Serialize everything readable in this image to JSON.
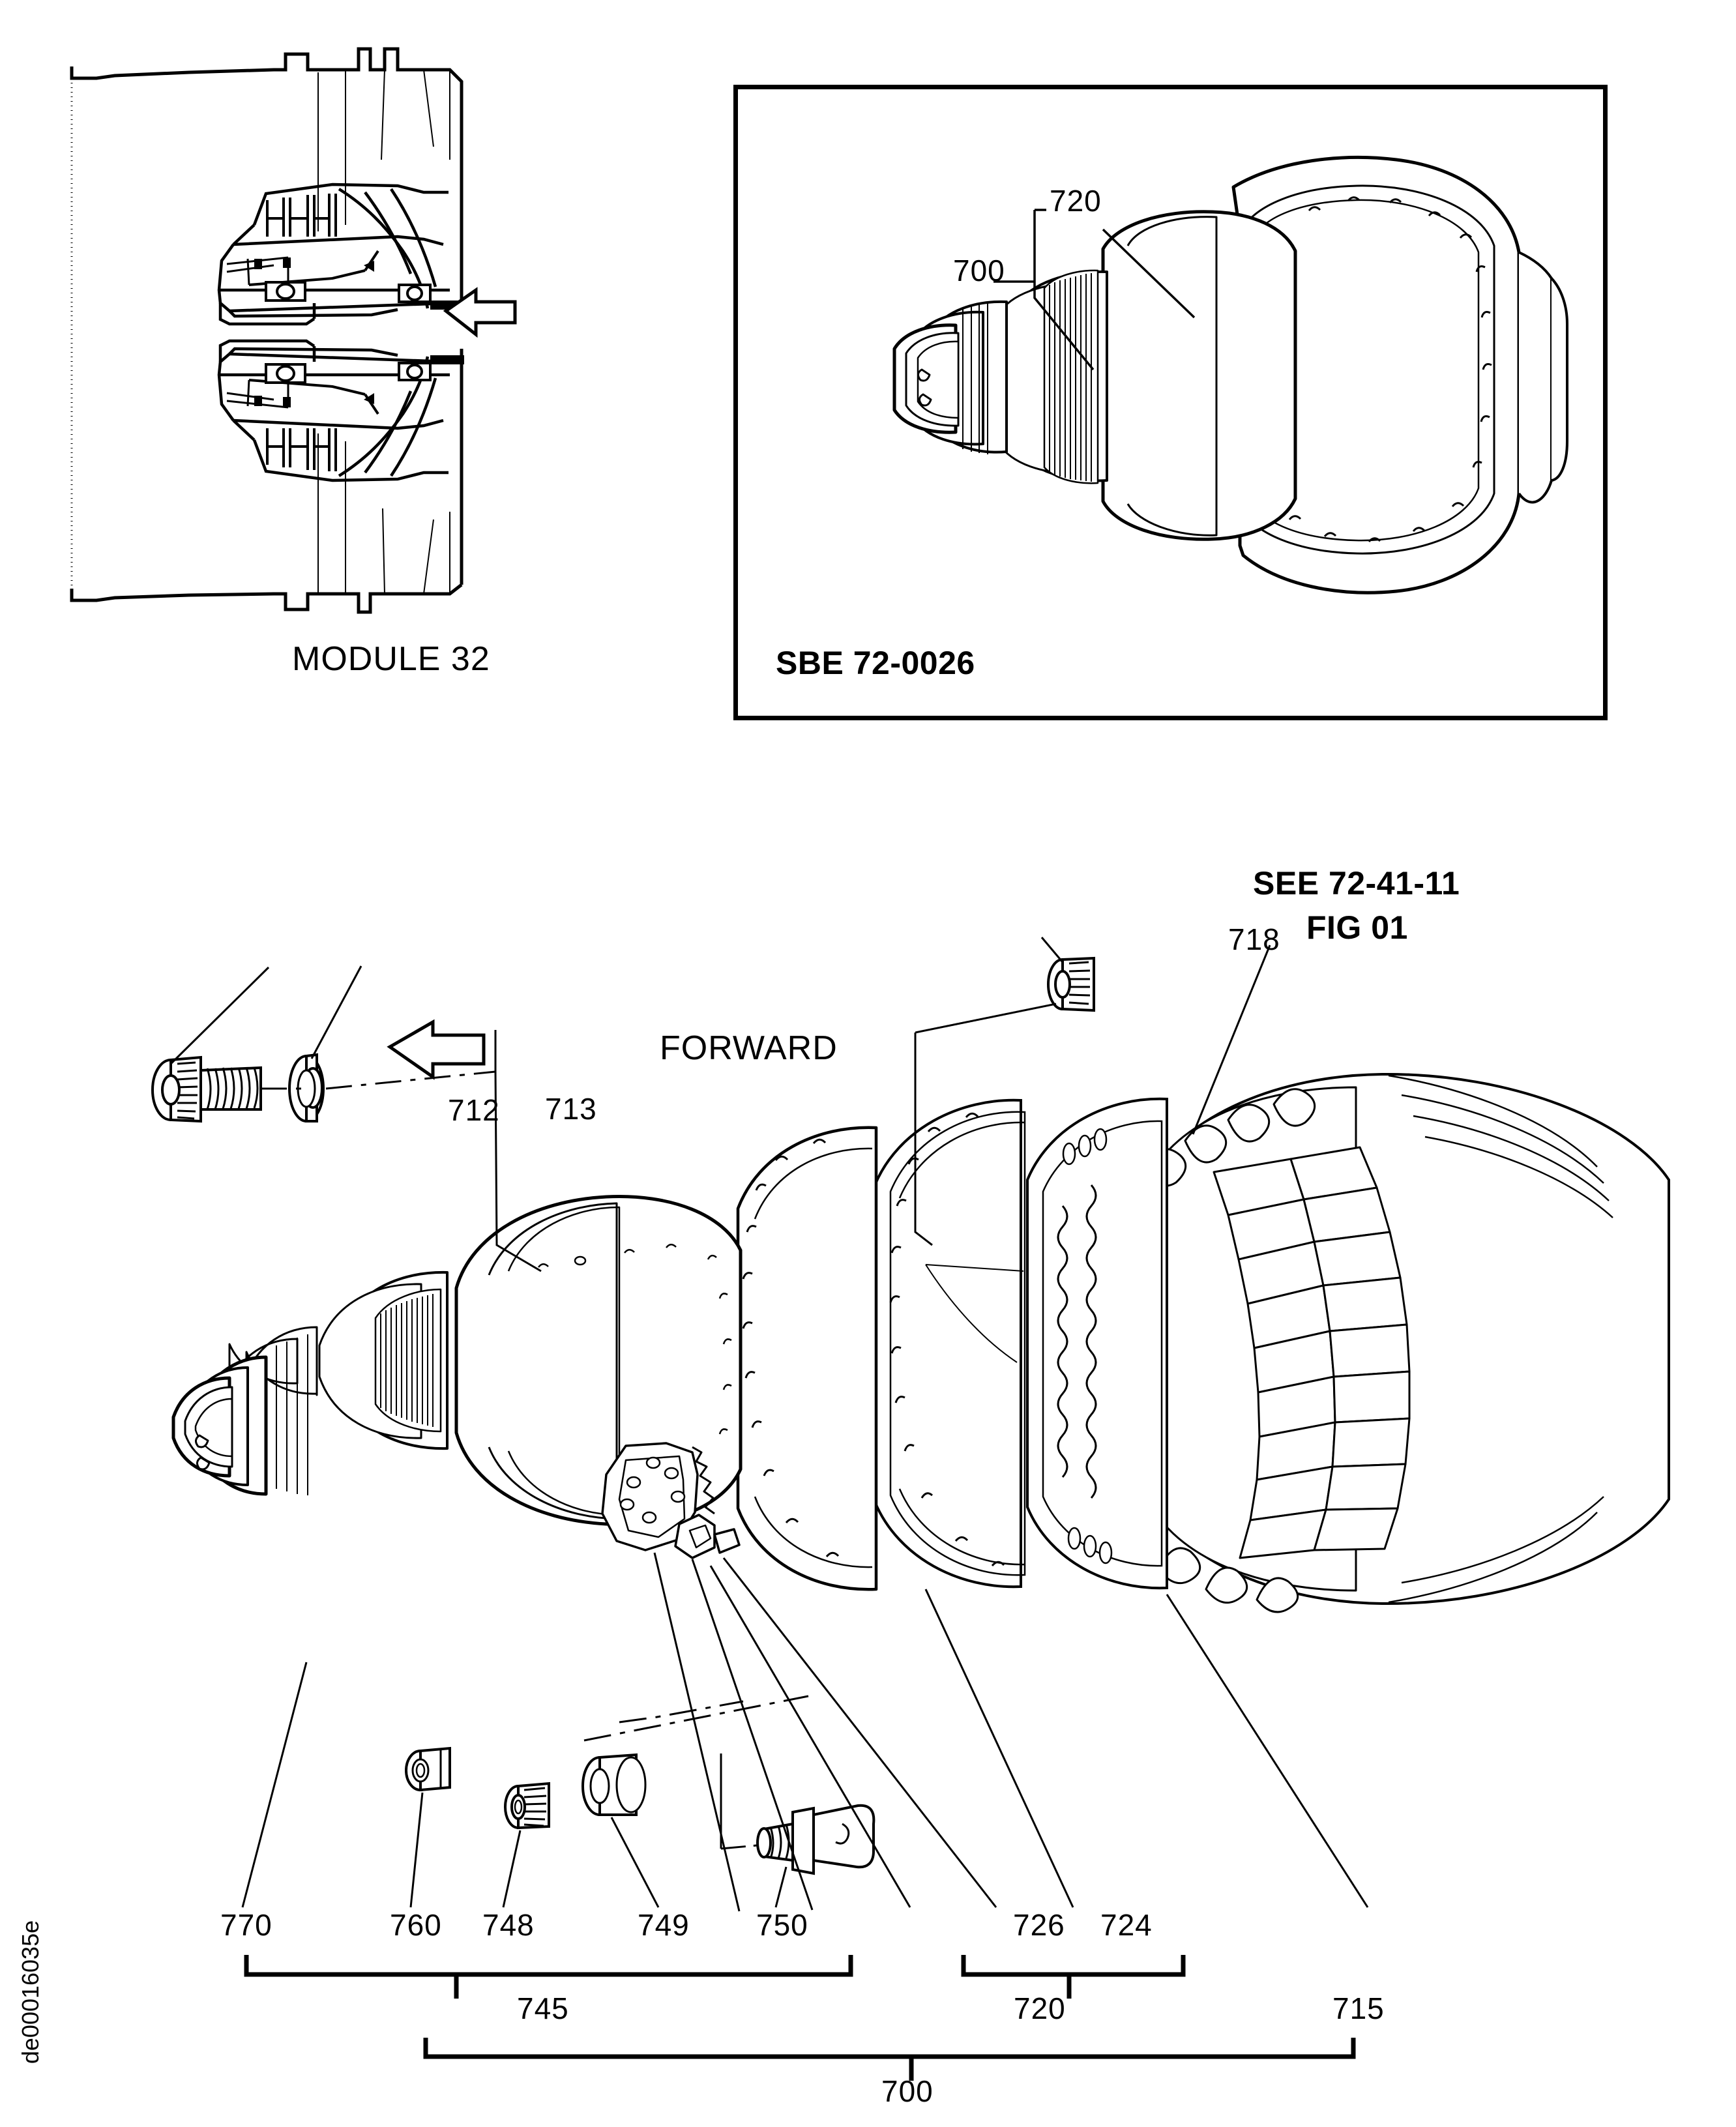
{
  "document": {
    "id_watermark": "de00016035e"
  },
  "panels": {
    "module_view": {
      "caption": "MODULE 32",
      "icon": "turbine-cross-section"
    },
    "sbe_view": {
      "caption": "SBE 72-0026",
      "icon": "casing-assembly-isometric",
      "callouts": [
        {
          "id": "c700",
          "label": "700"
        },
        {
          "id": "c720",
          "label": "720"
        }
      ]
    }
  },
  "main_view": {
    "orientation_arrow": {
      "label": "FORWARD",
      "icon": "left-arrow-block"
    },
    "reference_note": {
      "line1": "SEE 72-41-11",
      "line2": "FIG 01"
    },
    "upper_callouts": [
      {
        "id": "c712",
        "label": "712",
        "part": "bolt"
      },
      {
        "id": "c713",
        "label": "713",
        "part": "washer"
      },
      {
        "id": "c718",
        "label": "718",
        "part": "nut"
      }
    ],
    "bottom_callouts": {
      "row1": [
        {
          "id": "c770",
          "label": "770"
        },
        {
          "id": "c760",
          "label": "760"
        },
        {
          "id": "c748",
          "label": "748"
        },
        {
          "id": "c749",
          "label": "749"
        },
        {
          "id": "c750",
          "label": "750"
        },
        {
          "id": "c726",
          "label": "726"
        },
        {
          "id": "c724",
          "label": "724"
        }
      ],
      "row2": [
        {
          "id": "c745",
          "label": "745"
        },
        {
          "id": "c720b",
          "label": "720"
        },
        {
          "id": "c715",
          "label": "715"
        }
      ],
      "row3": [
        {
          "id": "c700b",
          "label": "700"
        }
      ]
    }
  },
  "colors": {
    "ink": "#000000",
    "paper": "#ffffff"
  }
}
